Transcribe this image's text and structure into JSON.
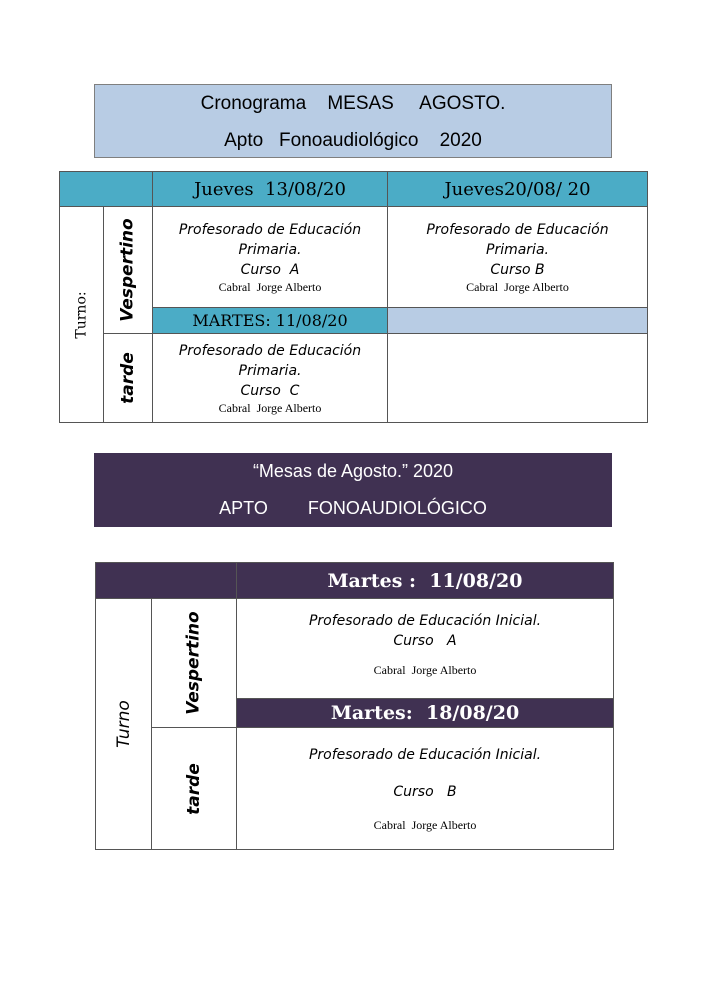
{
  "title1": {
    "line1": "Cronograma    MESAS     AGOSTO.",
    "line2": "Apto   Fonoaudiológico    2020"
  },
  "table1": {
    "headers": [
      "Jueves  13/08/20",
      "Jueves20/08/ 20"
    ],
    "turno_label": "Turno:",
    "vespertino_label": "Vespertino",
    "tarde_label": "tarde",
    "mid_header": "MARTES: 11/08/20",
    "cells": [
      {
        "career": "Profesorado de Educación",
        "career2": "Primaria.",
        "course": "Curso  A",
        "teacher": "Cabral  Jorge Alberto"
      },
      {
        "career": "Profesorado de Educación",
        "career2": "Primaria.",
        "course": "Curso B",
        "teacher": "Cabral  Jorge Alberto"
      },
      {
        "career": "Profesorado de Educación",
        "career2": "Primaria.",
        "course": "Curso  C",
        "teacher": "Cabral  Jorge Alberto"
      }
    ]
  },
  "title2": {
    "line1": "“Mesas de Agosto.” 2020",
    "line2": "APTO        FONOAUDIOLÓGICO"
  },
  "table2": {
    "header": "Martes :  11/08/20",
    "turno_label": "Turno",
    "vespertino_label": "Vespertino",
    "tarde_label": "tarde",
    "mid_header": "Martes:  18/08/20",
    "cells": [
      {
        "career": "Profesorado de Educación Inicial.",
        "course": "Curso   A",
        "teacher": "Cabral  Jorge Alberto"
      },
      {
        "career": "Profesorado de Educación Inicial.",
        "course": "Curso   B",
        "teacher": "Cabral  Jorge Alberto"
      }
    ]
  }
}
